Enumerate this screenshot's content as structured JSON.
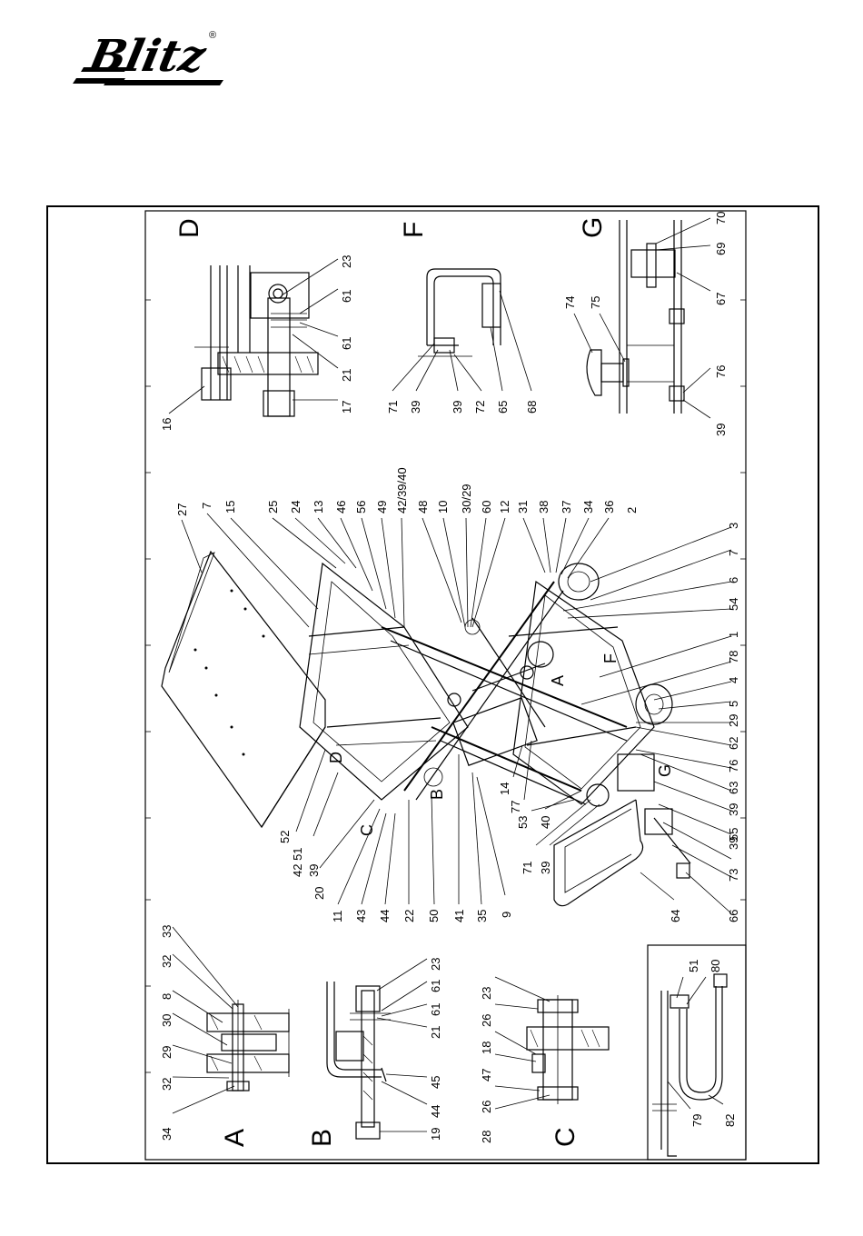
{
  "brand": {
    "name": "Blitz",
    "registered_mark": "®"
  },
  "sheet": {
    "orientation": "rotated-90",
    "details": [
      {
        "letter": "A",
        "parts": [
          "34",
          "32",
          "29",
          "30",
          "8",
          "32",
          "33"
        ]
      },
      {
        "letter": "B",
        "parts": [
          "19",
          "44",
          "45",
          "21",
          "61",
          "61",
          "23"
        ]
      },
      {
        "letter": "C",
        "parts": [
          "28",
          "26",
          "47",
          "18",
          "26",
          "23"
        ]
      },
      {
        "letter": "D",
        "parts": [
          "16",
          "17",
          "21",
          "61",
          "61",
          "23"
        ]
      },
      {
        "letter": "F",
        "parts": [
          "71",
          "39",
          "39",
          "72",
          "65",
          "68"
        ]
      },
      {
        "letter": "G",
        "parts": [
          "74",
          "75",
          "39",
          "76",
          "67",
          "69",
          "70"
        ]
      }
    ],
    "hose_detail": {
      "parts": [
        "79",
        "82",
        "51",
        "80"
      ]
    },
    "main_view": {
      "section_markers": [
        "A",
        "B",
        "C",
        "D",
        "F",
        "G"
      ],
      "top_labels": [
        "27",
        "7",
        "15",
        "25",
        "24",
        "13",
        "46",
        "56",
        "49",
        "42/39/40",
        "48",
        "10",
        "30/29",
        "60",
        "12",
        "31",
        "38",
        "37",
        "34",
        "36",
        "2",
        "3",
        "7",
        "6",
        "54",
        "1",
        "78",
        "4",
        "5",
        "29",
        "62",
        "76",
        "63",
        "39",
        "55",
        "39",
        "73",
        "66"
      ],
      "bottom_labels": [
        "42 51",
        "39",
        "52",
        "20",
        "11",
        "43",
        "44",
        "22",
        "50",
        "41",
        "35",
        "9",
        "14",
        "77",
        "53",
        "40",
        "71",
        "39",
        "64"
      ]
    }
  }
}
